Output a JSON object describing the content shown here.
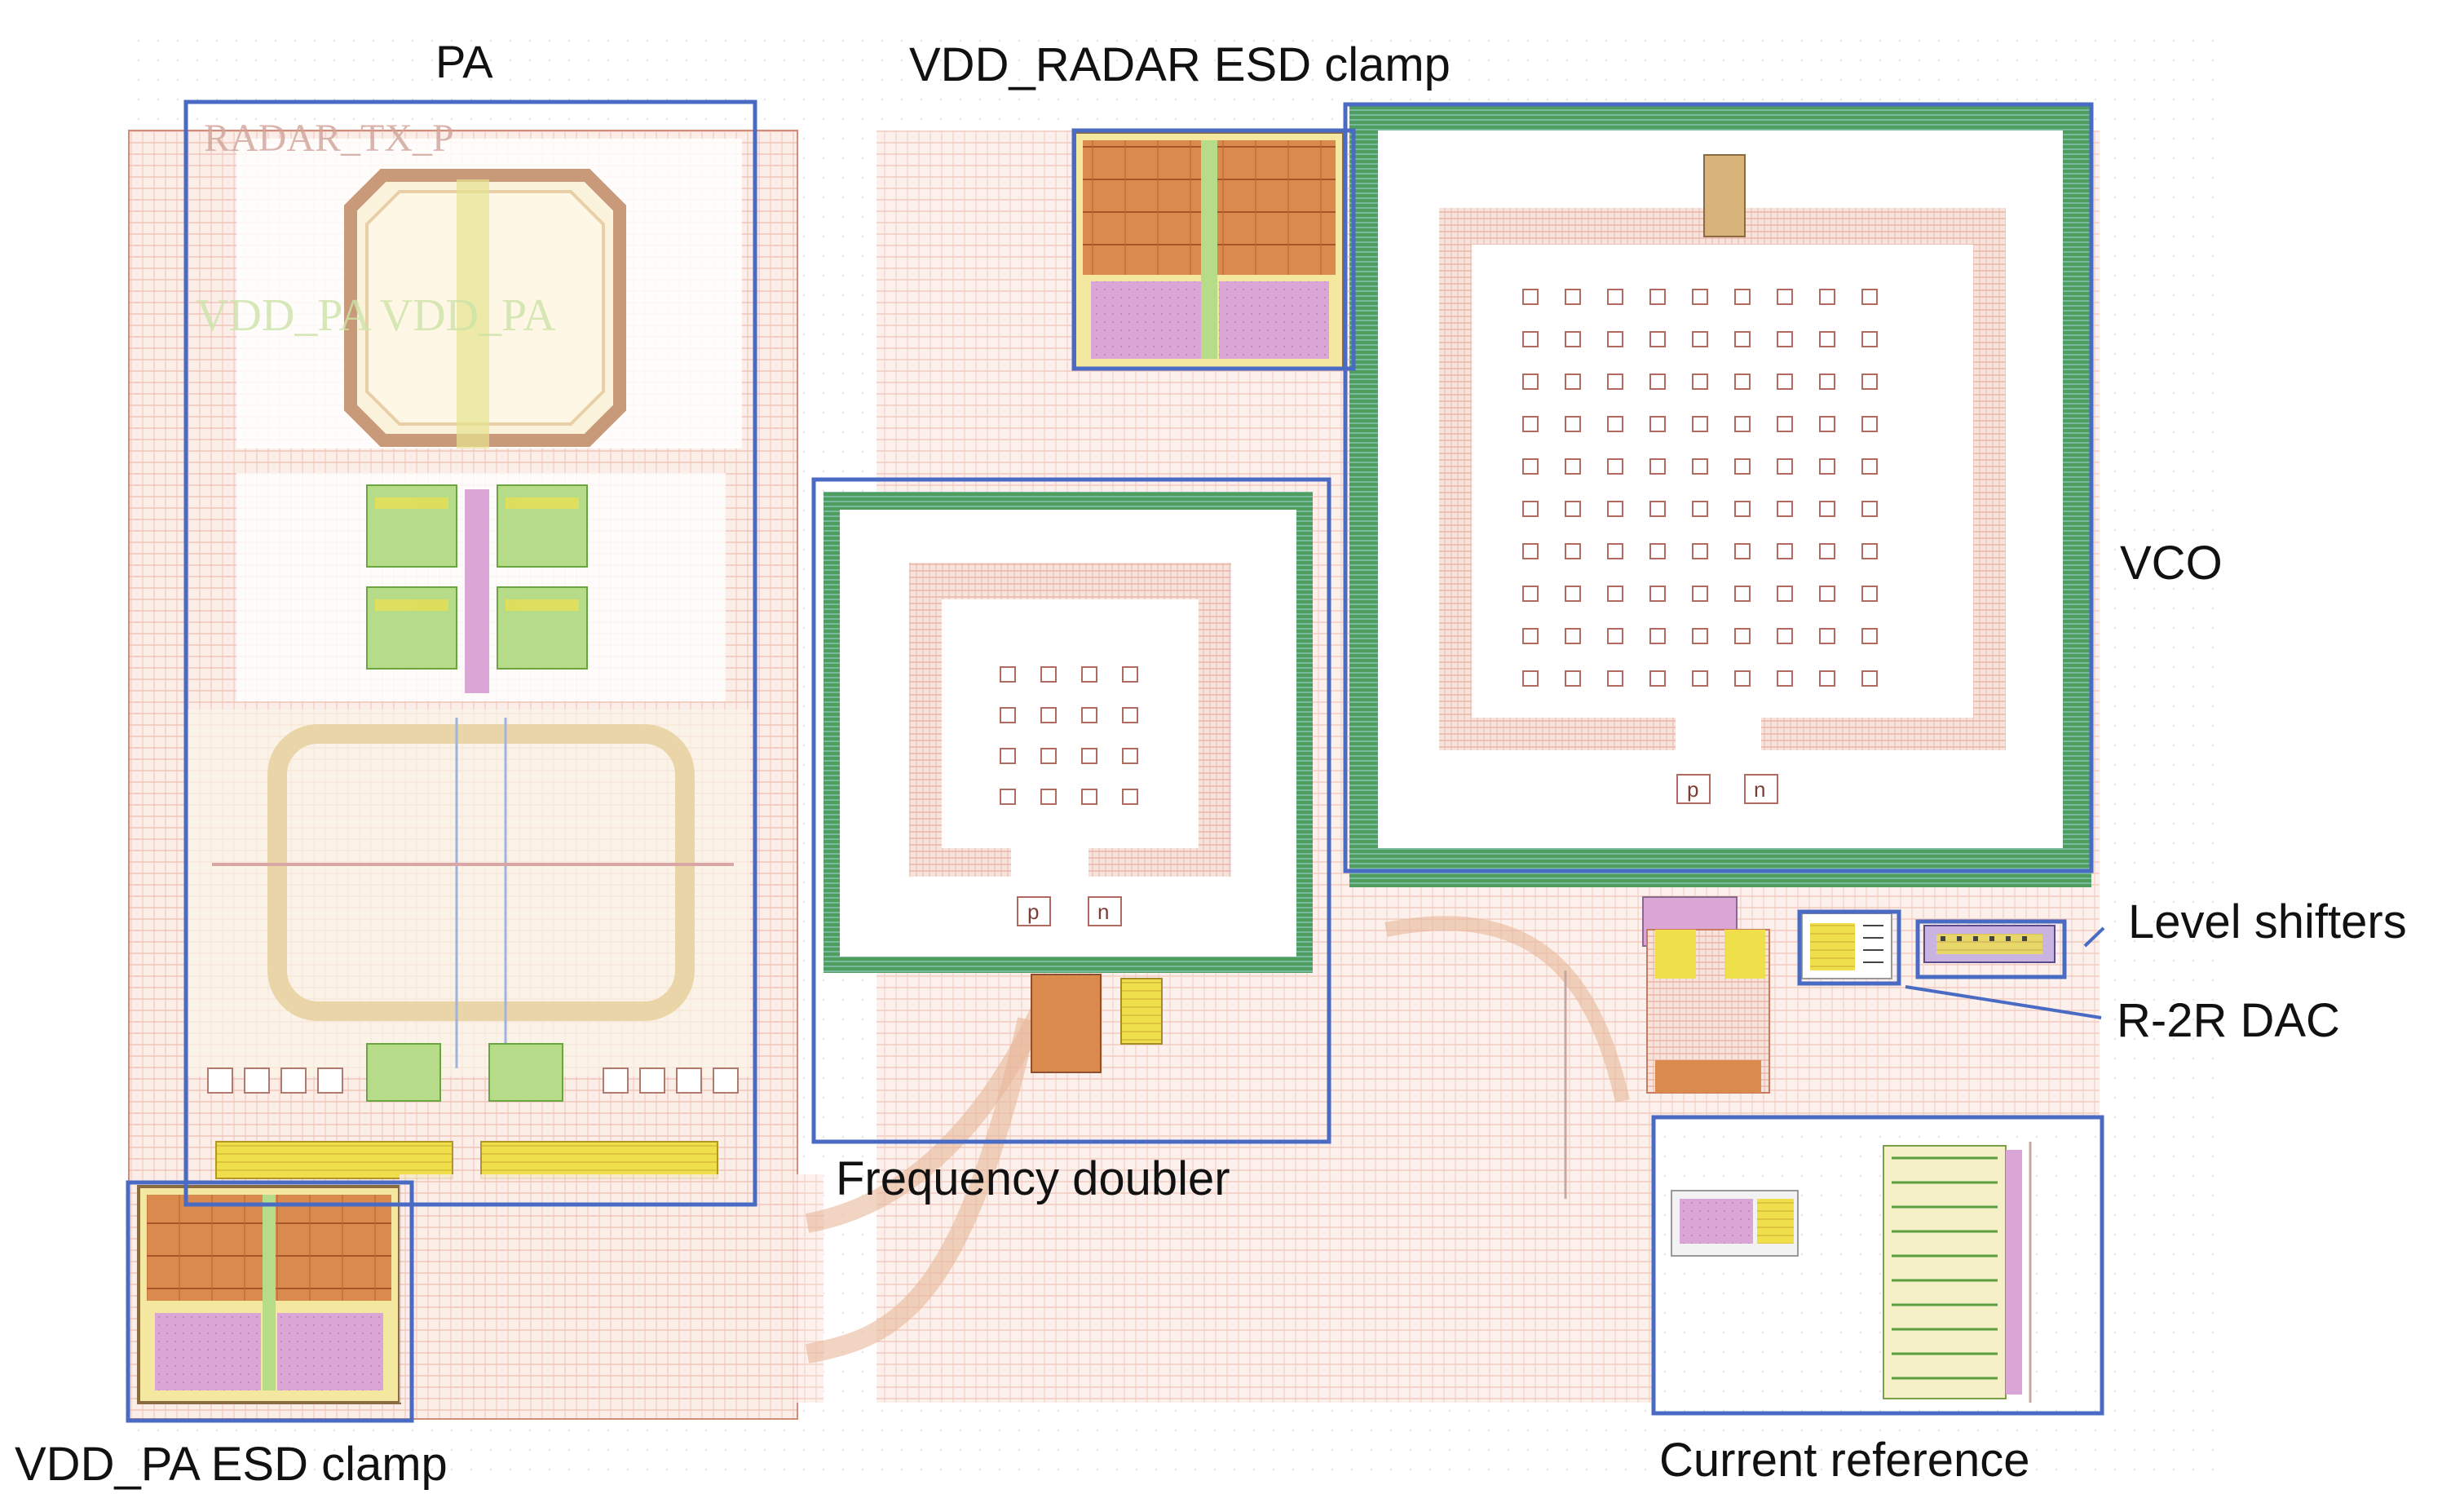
{
  "labels": {
    "pa": "PA",
    "vdd_radar_esd": "VDD_RADAR ESD clamp",
    "vco": "VCO",
    "level_shifters": "Level shifters",
    "r2r_dac": "R-2R DAC",
    "freq_doubler": "Frequency doubler",
    "vdd_pa_esd": "VDD_PA ESD clamp",
    "current_reference": "Current reference"
  },
  "pin_labels": {
    "p": "p",
    "n": "n"
  },
  "colors": {
    "highlight_box": "#4a6bc4",
    "metal_hatch": "#e7b2a4",
    "metal_fill": "#f6ddd5",
    "orange_block": "#d98a4c",
    "pink_block": "#d9a6d6",
    "yellow_block": "#efe04b",
    "green_ring": "#3e8f52",
    "teal_ring": "#58a5a2",
    "label_text": "#111111",
    "bg_dot": "#eeeeee"
  }
}
